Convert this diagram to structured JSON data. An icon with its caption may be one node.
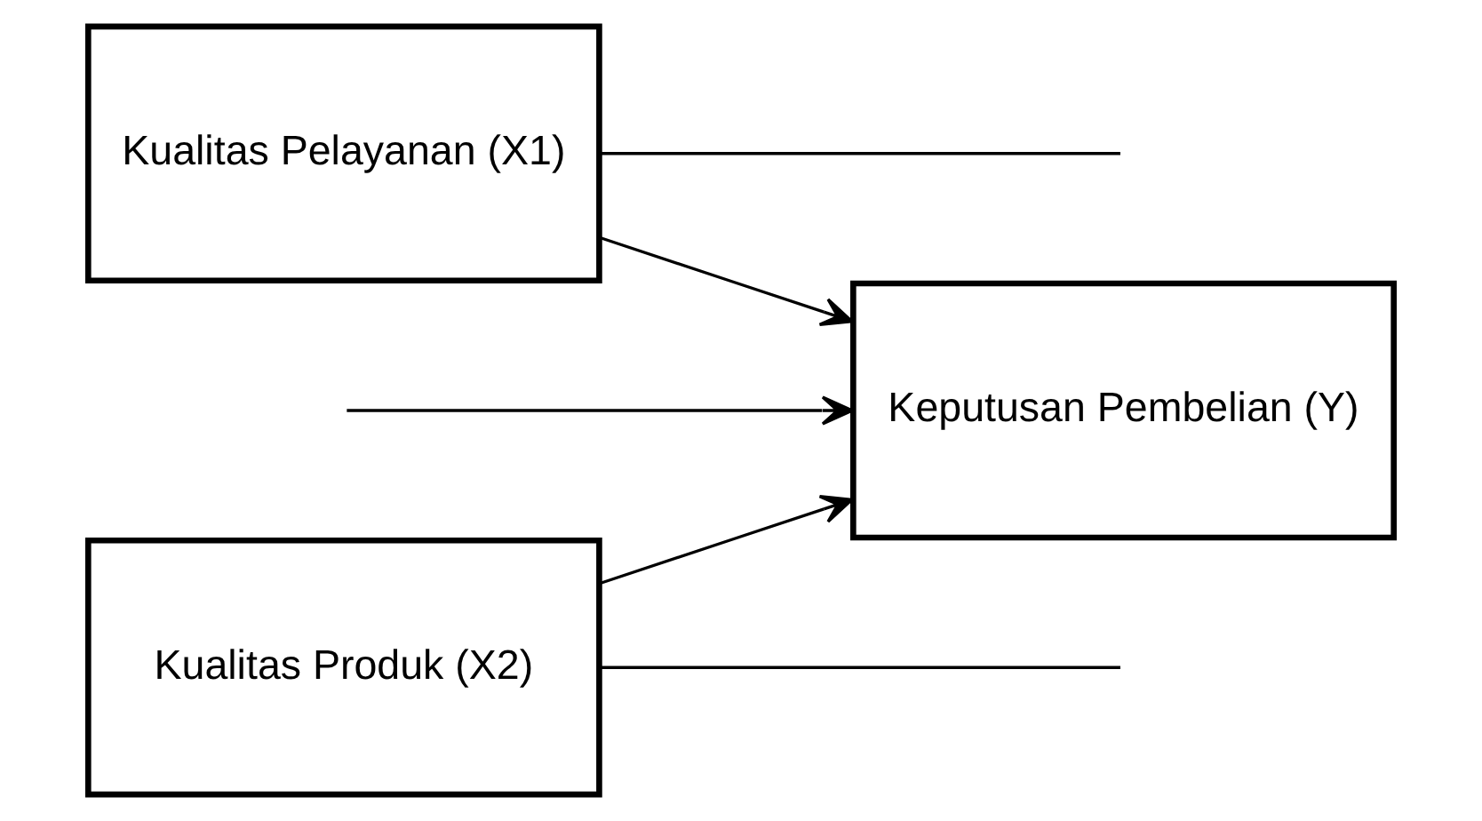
{
  "diagram": {
    "nodes": [
      {
        "text": [
          "Kualitas Pelayanan (X1)"
        ]
      },
      {
        "text": [
          "Kualitas Produk (X2)"
        ]
      },
      {
        "text": [
          "Keputusan Pembelian (Y)"
        ]
      }
    ],
    "edges": [
      {
        "from": 0,
        "to": 2,
        "arrow": "to"
      },
      {
        "from": 1,
        "to": 2,
        "arrow": "to"
      },
      {
        "from": 0,
        "to": null,
        "arrow": "none"
      },
      {
        "from": 1,
        "to": null,
        "arrow": "none"
      },
      {
        "from": null,
        "to": 2,
        "arrow": "to"
      }
    ]
  }
}
